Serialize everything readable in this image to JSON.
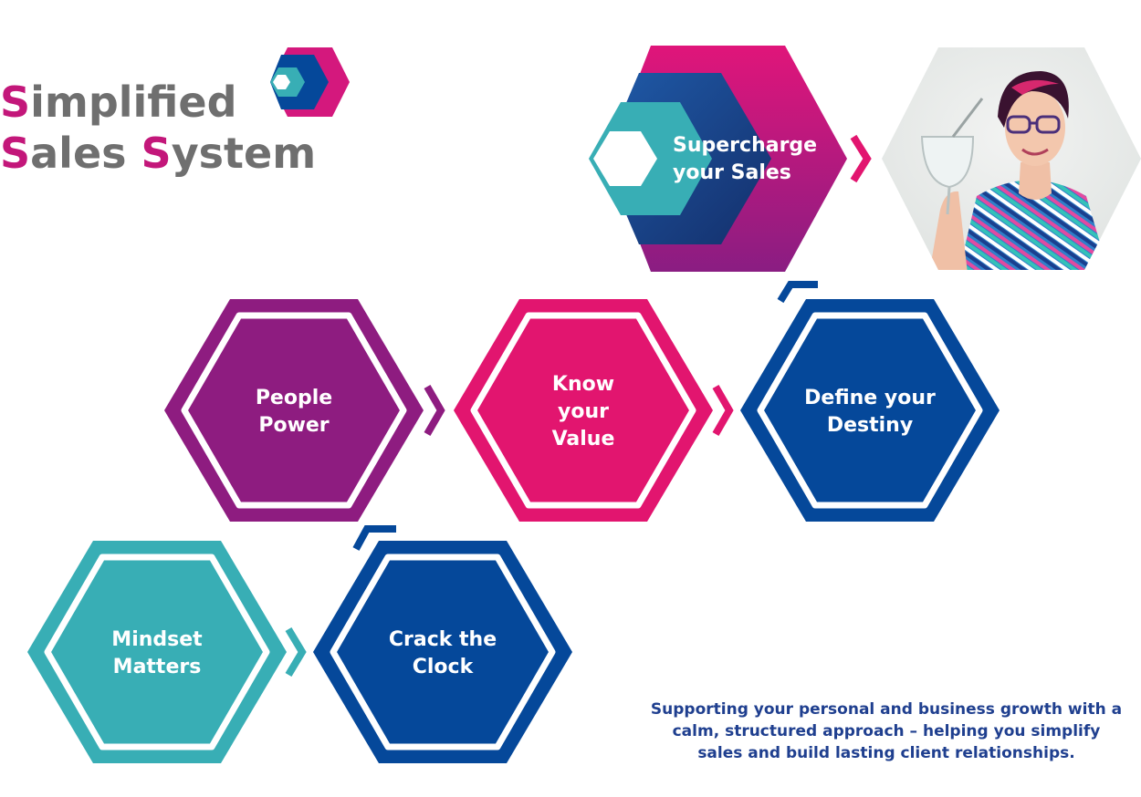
{
  "logo": {
    "line1": {
      "accent": "S",
      "rest": "implified"
    },
    "line2": {
      "accent1": "S",
      "rest1": "ales ",
      "accent2": "S",
      "rest2": "ystem"
    }
  },
  "steps": [
    {
      "id": "mindset",
      "lines": [
        "Mindset",
        "Matters"
      ],
      "color": "#38aeb5"
    },
    {
      "id": "clock",
      "lines": [
        "Crack the",
        "Clock"
      ],
      "color": "#05489a"
    },
    {
      "id": "people",
      "lines": [
        "People",
        "Power"
      ],
      "color": "#8e1c80"
    },
    {
      "id": "value",
      "lines": [
        "Know",
        "your",
        "Value"
      ],
      "color": "#e2156f"
    },
    {
      "id": "destiny",
      "lines": [
        "Define your",
        "Destiny"
      ],
      "color": "#05489a"
    },
    {
      "id": "supercharge",
      "lines": [
        "Supercharge",
        "your Sales"
      ]
    }
  ],
  "tagline": [
    "Supporting your personal and business growth with a",
    "calm, structured approach – helping you simplify",
    "sales and build lasting client relationships."
  ],
  "colors": {
    "teal": "#38aeb5",
    "navy": "#05489a",
    "purple": "#8e1c80",
    "pink": "#e2156f",
    "logo_gray": "#6f6f6f",
    "logo_accent": "#c3177a"
  }
}
